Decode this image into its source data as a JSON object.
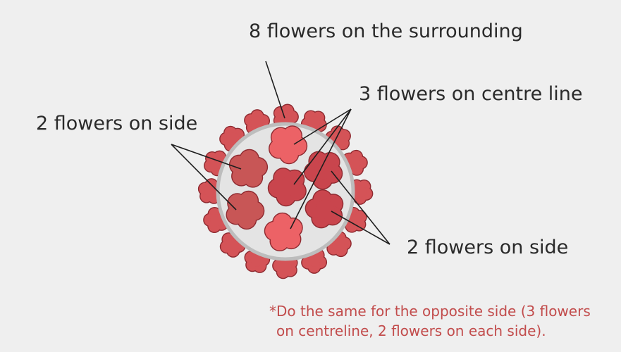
{
  "labels": {
    "surrounding": "8 flowers on the surrounding",
    "centre_line": "3 flowers on centre line",
    "side_left": "2 flowers on side",
    "side_right": "2 flowers on side"
  },
  "note": {
    "line1": "*Do the same for the opposite side (3  flowers",
    "line2": "on  centreline, 2 flowers on each side)."
  },
  "colors": {
    "background": "#efefef",
    "plate_fill": "#e4e4e4",
    "plate_rim": "#bdbdbd",
    "flower_rim": "#d45357",
    "flower_inner": "#c9454d",
    "flower_center_pink": "#ec6266",
    "flower_side_dark": "#c85656",
    "outline": "#8e2a30",
    "leader_line": "#1e1e1e",
    "label_text": "#2a2a2a",
    "note_text": "#c24c4c"
  }
}
